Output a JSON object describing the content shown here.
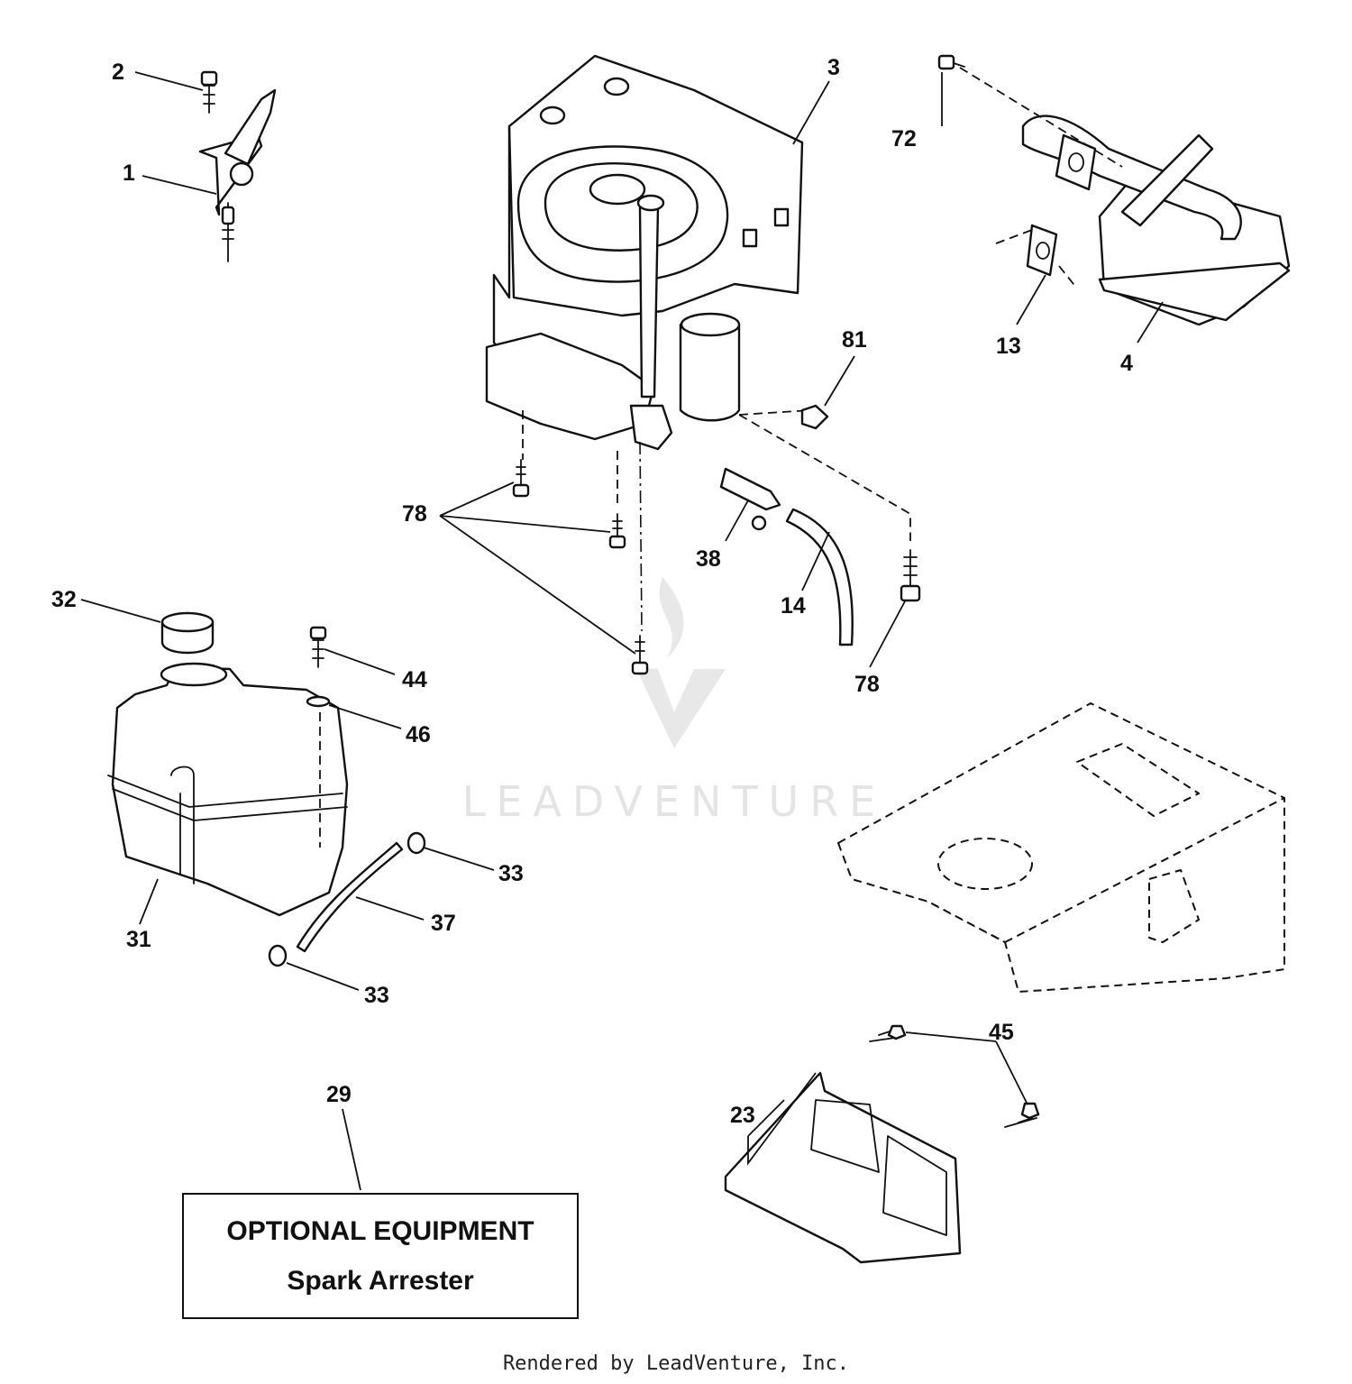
{
  "diagram": {
    "callouts": [
      "1",
      "2",
      "3",
      "4",
      "13",
      "14",
      "23",
      "29",
      "31",
      "32",
      "33",
      "33",
      "37",
      "38",
      "44",
      "45",
      "46",
      "72",
      "78",
      "78",
      "81"
    ],
    "optional_box": {
      "title": "OPTIONAL EQUIPMENT",
      "subtitle": "Spark Arrester"
    },
    "watermark": {
      "text": "LEADVENTURE",
      "logo_icon": "leadventure-flame-logo-icon"
    },
    "footer": "Rendered by LeadVenture, Inc.",
    "colors": {
      "line": "#111111",
      "background": "#ffffff",
      "watermark": "#e4e4e4"
    }
  }
}
